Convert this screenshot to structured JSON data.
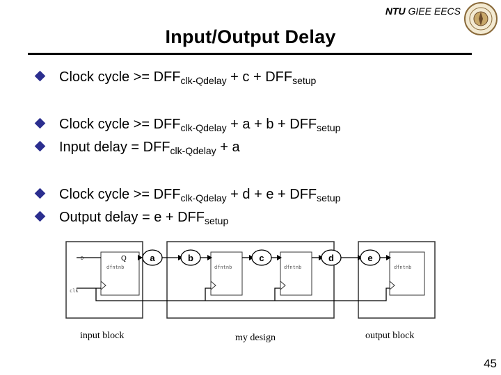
{
  "header": {
    "org": "NTU",
    "dept": "GIEE EECS"
  },
  "title": "Input/Output Delay",
  "bullets": [
    {
      "pre": "Clock cycle >= DFF",
      "sub1": "clk-Qdelay",
      "mid": " + c + DFF",
      "sub2": "setup"
    },
    {
      "pre": "Clock cycle >= DFF",
      "sub1": "clk-Qdelay",
      "mid": " + a + b + DFF",
      "sub2": "setup"
    },
    {
      "pre": "Input delay = DFF",
      "sub1": "clk-Qdelay",
      "mid": " + a",
      "sub2": ""
    },
    {
      "pre": "Clock cycle >= DFF",
      "sub1": "clk-Qdelay",
      "mid": " + d + e + DFF",
      "sub2": "setup"
    },
    {
      "pre": "Output delay = e + DFF",
      "sub1": "",
      "mid": "",
      "sub2": "setup"
    }
  ],
  "diagram": {
    "nodes": [
      "a",
      "b",
      "c",
      "d",
      "e"
    ],
    "dff_label": "dfntnb",
    "pin_q": "Q",
    "pin_d": "D",
    "pin_clk": "clk",
    "block_labels": [
      "input block",
      "my design",
      "output block"
    ]
  },
  "page_number": "45"
}
